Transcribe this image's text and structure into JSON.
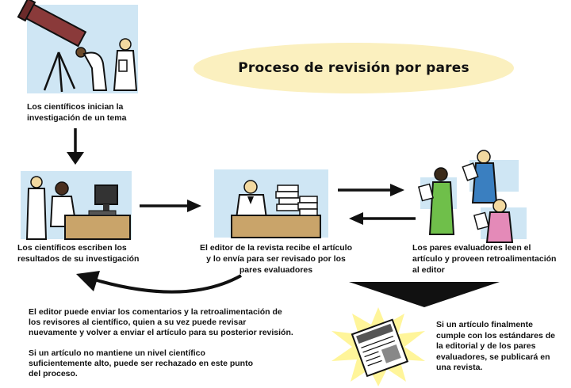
{
  "title": "Proceso de revisión por pares",
  "steps": {
    "step1": "Los científicos inician la investigación de un tema",
    "step2": "Los científicos escriben los resultados de su investigación",
    "step3": "El editor de la revista recibe el artículo y lo envía para ser revisado por los pares evaluadores",
    "step4": "Los pares evaluadores leen el artículo y proveen retroalimentación al editor",
    "step5": "Si un artículo finalmente cumple con los estándares de la editorial y de los pares evaluadores, se publicará en una revista."
  },
  "note": {
    "line1": "El editor puede enviar los comentarios y la retroalimentación de los revisores al científico, quien a su vez puede revisar nuevamente y volver a enviar el artículo para su posterior revisión.",
    "line2": "Si un artículo no mantiene un nivel científico suficientemente alto, puede ser rechazado en este punto del proceso."
  },
  "colors": {
    "panel": "#cfe6f4",
    "ellipse": "#fbf0bf",
    "arrow": "#111111",
    "burst": "#fff59a"
  },
  "icons": [
    "telescope-scientists-icon",
    "writing-scientist-icon",
    "editor-papers-icon",
    "reviewers-icon",
    "journal-icon"
  ]
}
